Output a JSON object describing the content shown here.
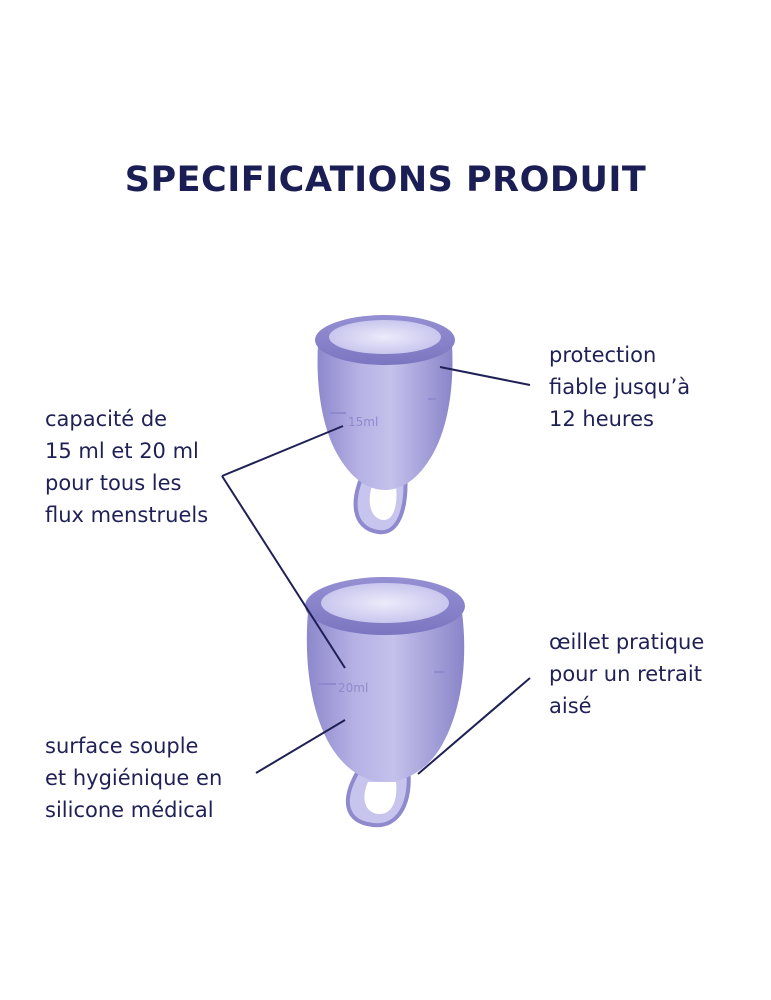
{
  "title": "SPECIFICATIONS PRODUIT",
  "labels": {
    "capacity": [
      "capacité de",
      "15 ml et 20 ml",
      "pour tous les",
      "flux menstruels"
    ],
    "protection": [
      "protection",
      "fiable jusqu’à",
      "12 heures"
    ],
    "eyelet": [
      "œillet pratique",
      "pour un retrait",
      "aisé"
    ],
    "surface": [
      "surface souple",
      "et hygiénique en",
      "silicone médical"
    ]
  },
  "cups": {
    "small_marking": "15ml",
    "large_marking": "20ml"
  },
  "colors": {
    "text": "#1f2156",
    "cup": "#a7a3dc",
    "cup_shadow": "#7f7ac2",
    "line": "#1f2156"
  }
}
